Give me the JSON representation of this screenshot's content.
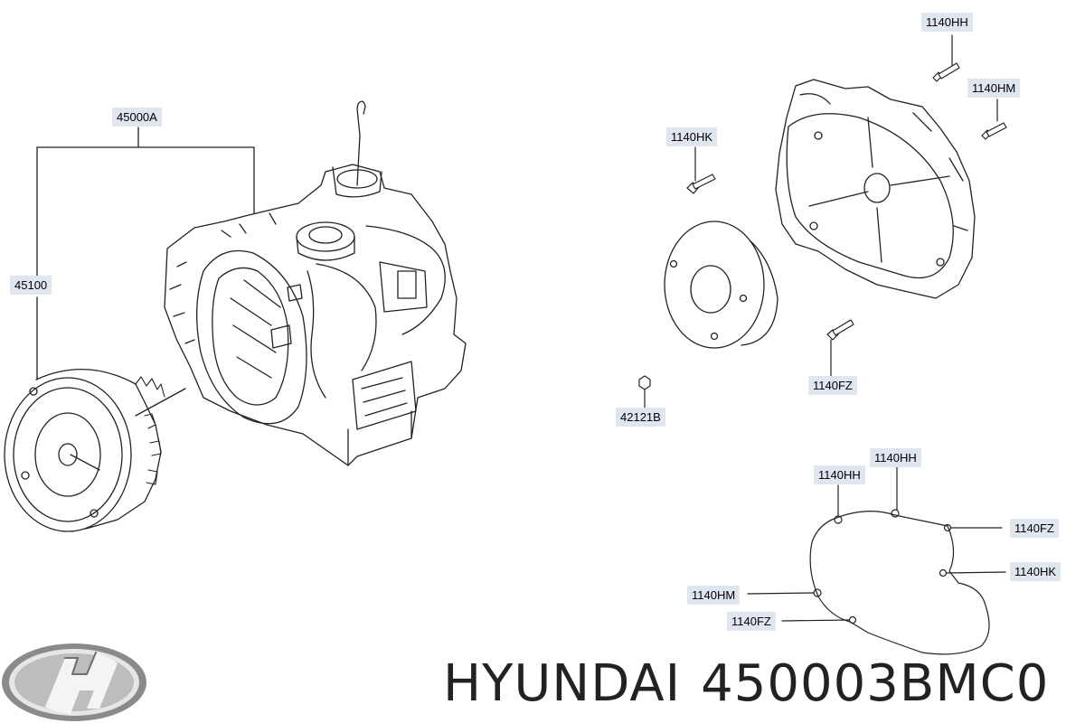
{
  "labels": {
    "assembly": "45000A",
    "converter": "45100",
    "bolt_hh_top": "1140HH",
    "bolt_hm_top": "1140HM",
    "bolt_hk_top": "1140HK",
    "bolt_fz_mid": "1140FZ",
    "nut": "42121B",
    "hh_left": "1140HH",
    "hh_right": "1140HH",
    "fz_right": "1140FZ",
    "hk_right": "1140HK",
    "hm_left": "1140HM",
    "fz_left": "1140FZ"
  },
  "footer": {
    "brand": "HYUNDAI",
    "part_number": "450003BMC0"
  },
  "colors": {
    "label_bg": "#dfe6f0",
    "line": "#222222"
  },
  "icons": {
    "logo": "hyundai-logo-icon"
  }
}
